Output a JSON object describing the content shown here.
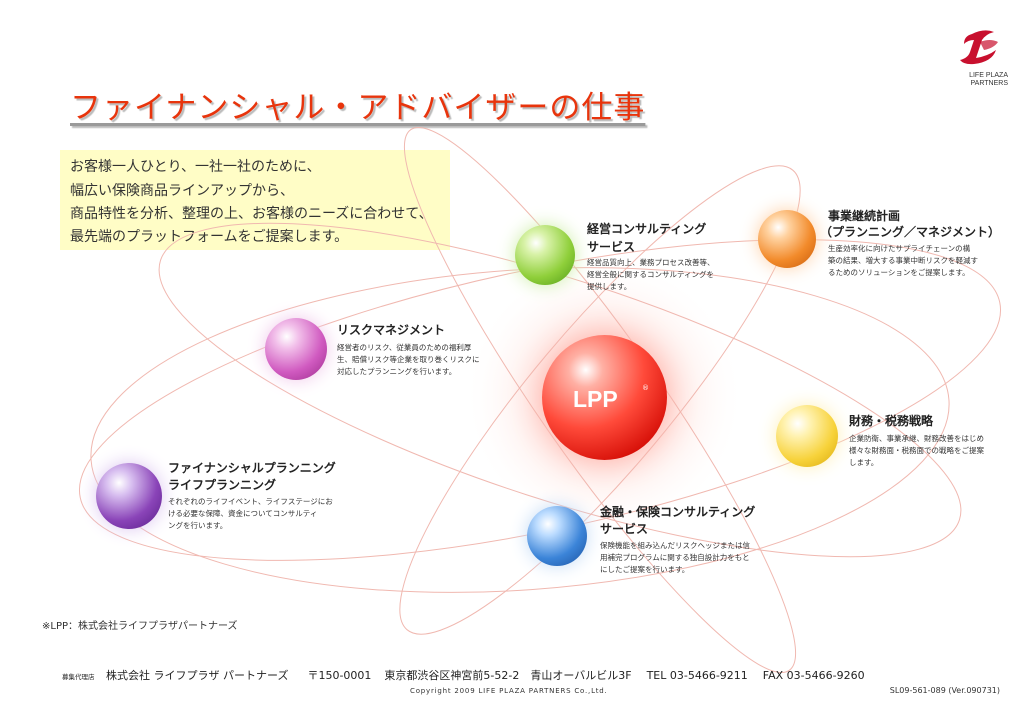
{
  "logo": {
    "mark": "L",
    "line1": "LIFE PLAZA",
    "line2": "PARTNERS"
  },
  "title": "ファイナンシャル・アドバイザーの仕事",
  "intro": [
    "お客様一人ひとり、一社一社のために、",
    "幅広い保険商品ラインアップから、",
    "商品特性を分析、整理の上、お客様のニーズに合わせて、",
    "最先端のプラットフォームをご提案します。"
  ],
  "center": {
    "label": "LPP",
    "reg": "®"
  },
  "services": {
    "consulting": {
      "title": [
        "経営コンサルティング",
        "サービス"
      ],
      "desc": [
        "経営品質向上、業務プロセス改善等、",
        "経営全般に関するコンサルティングを",
        "提供します。"
      ]
    },
    "bcp": {
      "title": [
        "事業継続計画",
        "（プランニング／マネジメント）"
      ],
      "desc": [
        "生産効率化に向けたサプライチェーンの構",
        "築の結果、増大する事業中断リスクを軽減す",
        "るためのソリューションをご提案します。"
      ]
    },
    "risk": {
      "title": [
        "リスクマネジメント"
      ],
      "desc": [
        "経営者のリスク、従業員のための福利厚",
        "生、賠償リスク等企業を取り巻くリスクに",
        "対応したプランニングを行います。"
      ]
    },
    "tax": {
      "title": [
        "財務・税務戦略"
      ],
      "desc": [
        "企業防衛、事業承継、財務改善をはじめ",
        "様々な財務面・税務面での戦略をご提案",
        "します。"
      ]
    },
    "fp": {
      "title": [
        "ファイナンシャルプランニング",
        "ライフプランニング"
      ],
      "desc": [
        "それぞれのライフイベント、ライフステージにお",
        "ける必要な保障、資金についてコンサルティ",
        "ングを行います。"
      ]
    },
    "insurance": {
      "title": [
        "金融・保険コンサルティング",
        "サービス"
      ],
      "desc": [
        "保険機能を組み込んだリスクヘッジまたは信",
        "用補完プログラムに関する独自設計力をもと",
        "にしたご提案を行います。"
      ]
    }
  },
  "note": "※LPP：株式会社ライフプラザパートナーズ",
  "footer": {
    "agency": "募集代理店",
    "company": "株式会社 ライフプラザ パートナーズ",
    "postal": "〒150-0001",
    "address": "東京都渋谷区神宮前5-52-2　青山オーバルビル3F",
    "tel": "TEL 03-5466-9211",
    "fax": "FAX 03-5466-9260"
  },
  "copyright": "Copyright  2009 LIFE  PLAZA  PARTNERS  Co.,Ltd.",
  "doc_id": "SL09-561-089 (Ver.090731)",
  "colors": {
    "title": "#e8340c",
    "intro_bg": "#fffdc6",
    "center": "#e8241a",
    "green": "#8fcf3a",
    "orange": "#f28a2a",
    "magenta": "#d05ac0",
    "yellow": "#f7d23a",
    "purple": "#8a44b8",
    "blue": "#3b84d8"
  }
}
